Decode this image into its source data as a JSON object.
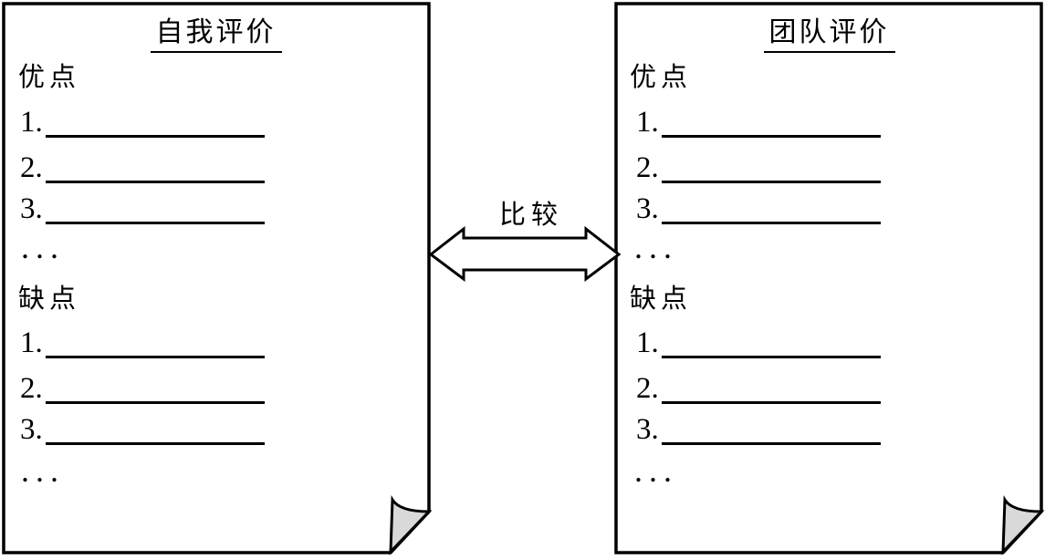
{
  "colors": {
    "ink": "#000000",
    "paper": "#ffffff",
    "fold_shading": "#d9d9d9"
  },
  "connector": {
    "label": "比较"
  },
  "papers": [
    {
      "title": "自我评价",
      "sections": [
        {
          "heading": "优点",
          "items": [
            "1.",
            "2.",
            "3."
          ],
          "more": "..."
        },
        {
          "heading": "缺点",
          "items": [
            "1.",
            "2.",
            "3."
          ],
          "more": "..."
        }
      ]
    },
    {
      "title": "团队评价",
      "sections": [
        {
          "heading": "优点",
          "items": [
            "1.",
            "2.",
            "3."
          ],
          "more": "..."
        },
        {
          "heading": "缺点",
          "items": [
            "1.",
            "2.",
            "3."
          ],
          "more": "..."
        }
      ]
    }
  ]
}
